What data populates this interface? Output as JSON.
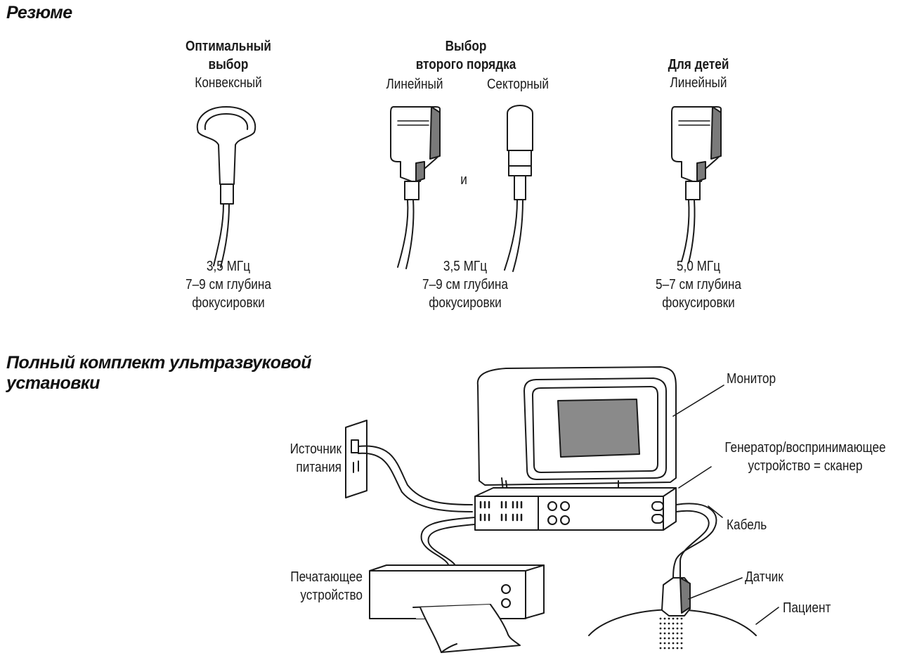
{
  "summary": {
    "heading": "Резюме",
    "optimal": {
      "title_line1": "Оптимальный",
      "title_line2": "выбор",
      "type": "Конвексный",
      "freq": "3,5 МГц",
      "depth": "7–9 см глубина",
      "focus": "фокусировки"
    },
    "second": {
      "title_line1": "Выбор",
      "title_line2": "второго порядка",
      "type_linear": "Линейный",
      "type_sector": "Секторный",
      "conjunction": "и",
      "freq": "3,5 МГц",
      "depth": "7–9 см глубина",
      "focus": "фокусировки"
    },
    "children": {
      "title": "Для детей",
      "type": "Линейный",
      "freq": "5,0 МГц",
      "depth": "5–7 см глубина",
      "focus": "фокусировки"
    }
  },
  "setup": {
    "heading_line1": "Полный комплект ультразвуковой",
    "heading_line2": "установки",
    "labels": {
      "monitor": "Монитор",
      "power_line1": "Источник",
      "power_line2": "питания",
      "generator_line1": "Генератор/воспринимающее",
      "generator_line2": "устройство = сканер",
      "cable": "Кабель",
      "printer_line1": "Печатающее",
      "printer_line2": "устройство",
      "probe": "Датчик",
      "patient": "Пациент"
    }
  }
}
